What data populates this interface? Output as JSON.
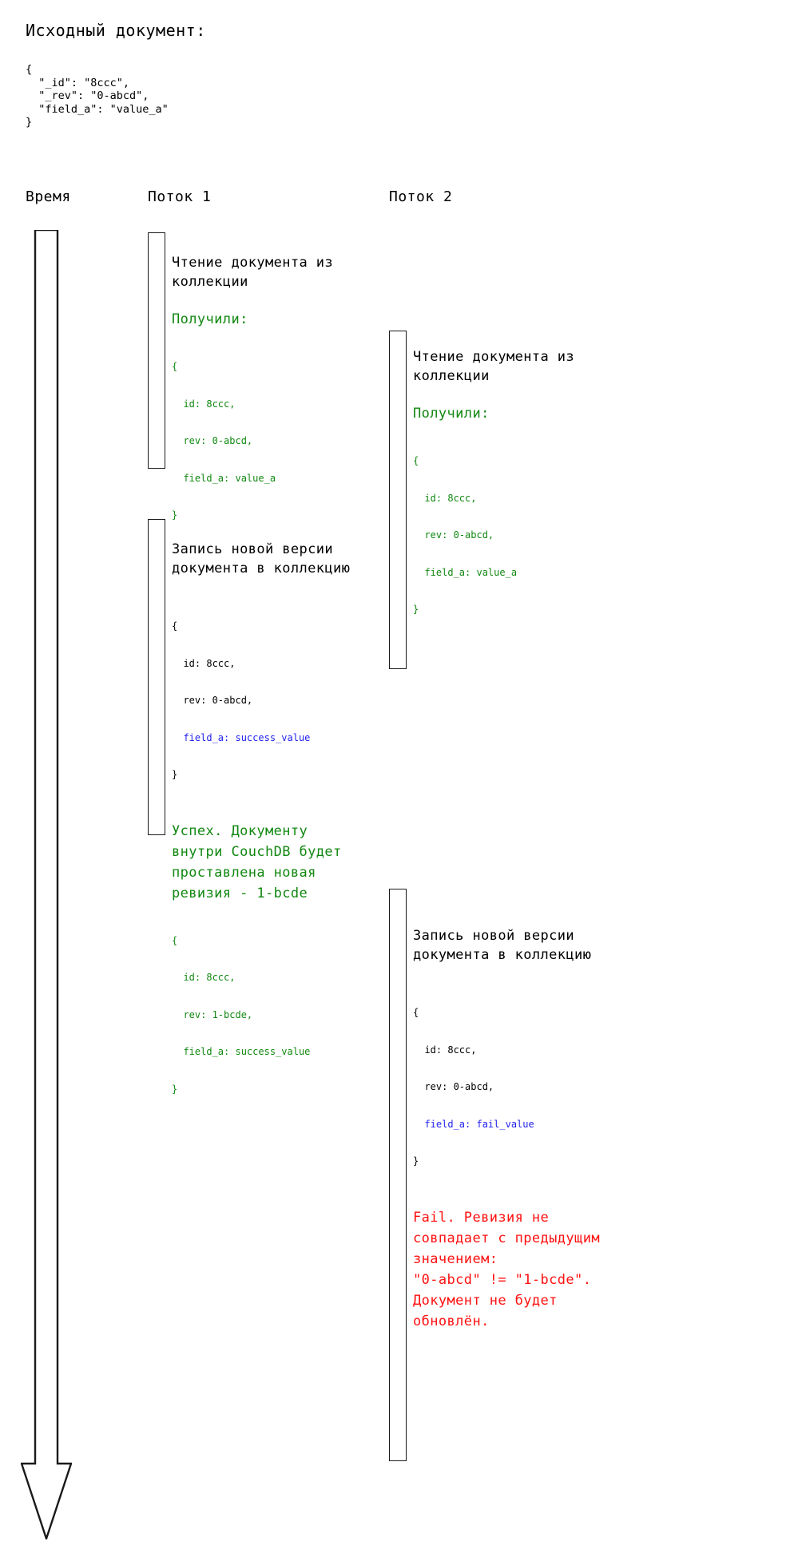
{
  "intro": {
    "title": "Исходный документ:",
    "code": "{\n  \"_id\": \"8ccc\",\n  \"_rev\": \"0-abcd\",\n  \"field_a\": \"value_a\"\n}"
  },
  "columns": {
    "time": "Время",
    "thread1": "Поток 1",
    "thread2": "Поток 2"
  },
  "colors": {
    "text": "#000000",
    "success": "#118811",
    "highlight": "#2222ee",
    "error": "#ff1111",
    "line": "#1a1a1a",
    "background": "#ffffff"
  },
  "thread1": {
    "step1": {
      "title": "Чтение документа из\nколлекции",
      "note": "Получили:",
      "code_lines": [
        "{",
        "  id: 8ccc,",
        "  rev: 0-abcd,",
        "  field_a: value_a",
        "}"
      ]
    },
    "step2": {
      "title": "Запись новой версии\nдокумента в коллекцию",
      "code_open": "{",
      "code_id": "  id: 8ccc,",
      "code_rev": "  rev: 0-abcd,",
      "code_field": "  field_a: success_value",
      "code_close": "}",
      "note": "Успех. Документу\nвнутри CouchDB будет\nпроставлена новая\nревизия - 1-bcde",
      "result_lines": [
        "{",
        "  id: 8ccc,",
        "  rev: 1-bcde,",
        "  field_a: success_value",
        "}"
      ]
    }
  },
  "thread2": {
    "step1": {
      "title": "Чтение документа из\nколлекции",
      "note": "Получили:",
      "code_lines": [
        "{",
        "  id: 8ccc,",
        "  rev: 0-abcd,",
        "  field_a: value_a",
        "}"
      ]
    },
    "step2": {
      "title": "Запись новой версии\nдокумента в коллекцию",
      "code_open": "{",
      "code_id": "  id: 8ccc,",
      "code_rev": "  rev: 0-abcd,",
      "code_field": "  field_a: fail_value",
      "code_close": "}",
      "note": "Fail. Ревизия не\nсовпадает с предыдущим\nзначением:\n\"0-abcd\" != \"1-bcde\".\nДокумент не будет\nобновлён."
    }
  }
}
